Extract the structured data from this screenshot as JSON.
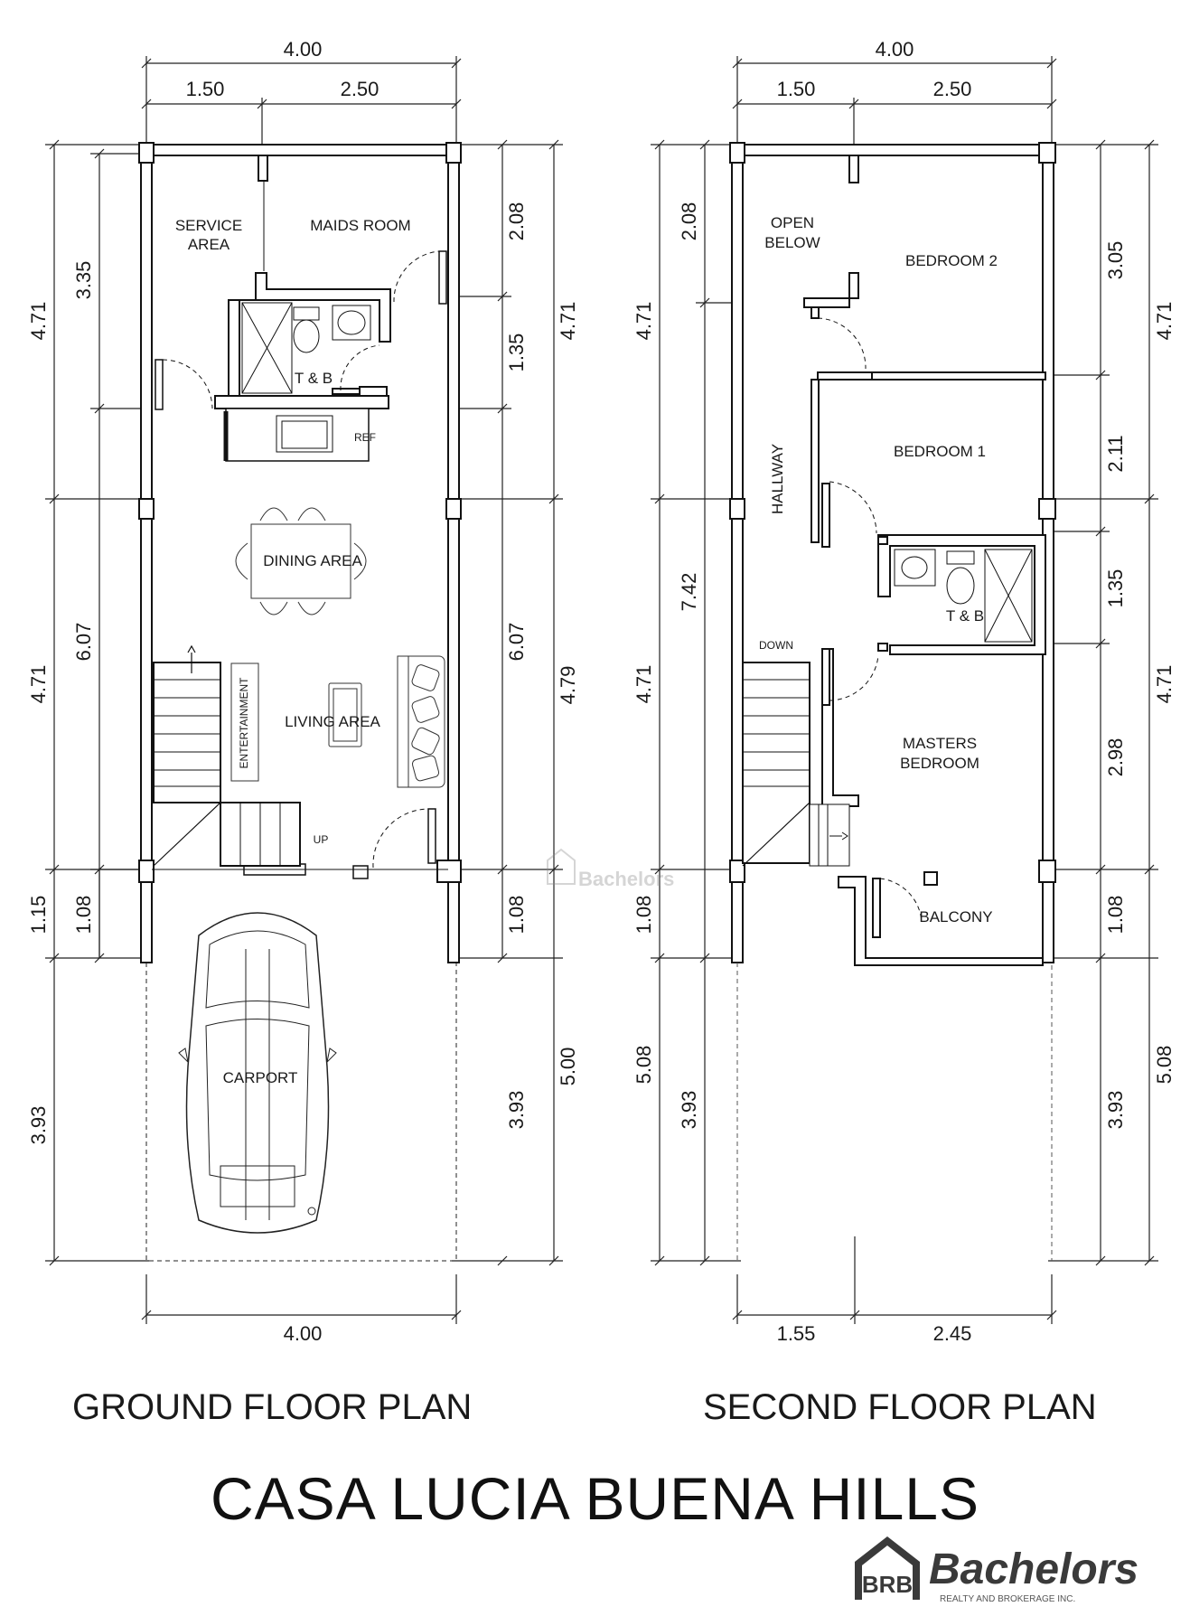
{
  "ground_floor": {
    "title": "GROUND FLOOR PLAN",
    "rooms": {
      "service_area_1": "SERVICE",
      "service_area_2": "AREA",
      "maids_room": "MAIDS ROOM",
      "tb": "T & B",
      "ref": "REF",
      "dining_area": "DINING AREA",
      "living_area": "LIVING AREA",
      "entertainment": "ENTERTAINMENT",
      "up": "UP",
      "carport": "CARPORT"
    },
    "dims": {
      "top_total": "4.00",
      "top_left": "1.50",
      "top_right": "2.50",
      "left_outer_top": "4.71",
      "left_outer_mid": "4.71",
      "left_outer_small": "1.15",
      "left_outer_bottom": "3.93",
      "left_inner_top": "3.35",
      "left_inner_mid": "6.07",
      "left_inner_small": "1.08",
      "right_inner_top": "2.08",
      "right_inner_tb": "1.35",
      "right_inner_mid": "6.07",
      "right_inner_small": "1.08",
      "right_inner_bottom": "3.93",
      "right_outer_top": "4.71",
      "right_outer_mid": "4.79",
      "right_outer_bottom": "5.00",
      "bottom_total": "4.00"
    }
  },
  "second_floor": {
    "title": "SECOND FLOOR PLAN",
    "rooms": {
      "open_below_1": "OPEN",
      "open_below_2": "BELOW",
      "bedroom2": "BEDROOM 2",
      "bedroom1": "BEDROOM 1",
      "hallway": "HALLWAY",
      "tb": "T & B",
      "down": "DOWN",
      "masters_1": "MASTERS",
      "masters_2": "BEDROOM",
      "balcony": "BALCONY"
    },
    "dims": {
      "top_total": "4.00",
      "top_left": "1.50",
      "top_right": "2.50",
      "left_outer_top": "4.71",
      "left_outer_mid": "4.71",
      "left_outer_small": "1.08",
      "left_outer_bottom": "5.08",
      "left_inner_top": "2.08",
      "left_inner_mid": "7.42",
      "left_inner_bottom": "3.93",
      "right_inner_top": "3.05",
      "right_inner_b1": "2.11",
      "right_inner_tb": "1.35",
      "right_inner_mb": "2.98",
      "right_inner_small": "1.08",
      "right_inner_bottom": "3.93",
      "right_outer_top": "4.71",
      "right_outer_mid": "4.71",
      "right_outer_bottom": "5.08",
      "bottom_left": "1.55",
      "bottom_right": "2.45"
    }
  },
  "project_title": "CASA LUCIA BUENA HILLS",
  "watermark": "Bachelors",
  "logo": {
    "mark": "BRB",
    "name": "Bachelors",
    "tagline": "REALTY AND BROKERAGE INC."
  }
}
